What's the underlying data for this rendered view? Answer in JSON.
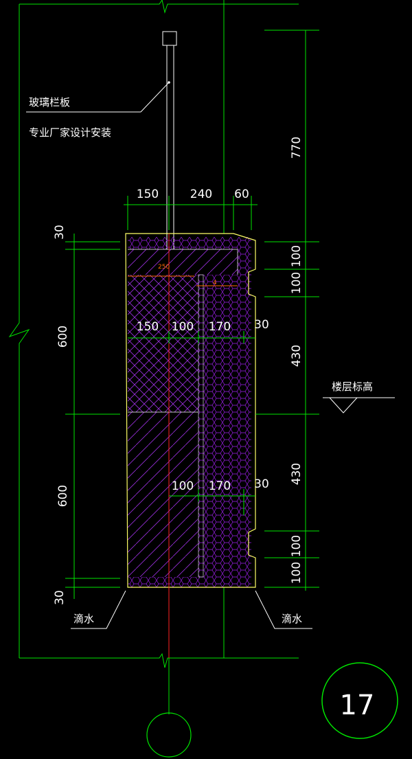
{
  "drawing": {
    "callout_glass": "玻璃栏板",
    "callout_install": "专业厂家设计安装",
    "label_floor": "楼层标高",
    "label_drip_left": "滴水",
    "label_drip_right": "滴水",
    "detail_number": "17",
    "dims_right": [
      "770",
      "100",
      "100",
      "430",
      "430",
      "100",
      "100"
    ],
    "dims_top": [
      "150",
      "240",
      "60"
    ],
    "dims_left": [
      "30",
      "600",
      "600",
      "30"
    ],
    "dims_inner_row1": [
      "150",
      "100",
      "170",
      "30"
    ],
    "dims_inner_row2": [
      "100",
      "170",
      "30"
    ],
    "dim_small_1": "250",
    "dim_small_2": "4"
  },
  "colors": {
    "background": "#000000",
    "dimension": "#00e600",
    "outline": "#ffff66",
    "hatch": "#a020f0",
    "centerline": "#ff2222",
    "text": "#ffffff",
    "rebar": "#ff6a00"
  }
}
